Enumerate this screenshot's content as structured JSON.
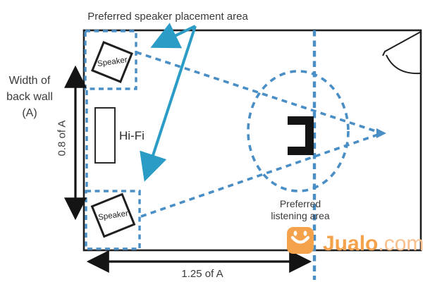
{
  "title": "Preferred speaker placement area",
  "left_label": {
    "line1": "Width of",
    "line2": "back wall",
    "line3": "(A)"
  },
  "dimensions": {
    "vertical": "0.8 of A",
    "horizontal": "1.25 of A"
  },
  "room": {
    "speaker_top_label": "Speaker",
    "speaker_bottom_label": "Speaker",
    "hifi_label": "Hi-Fi",
    "listening_label_line1": "Preferred",
    "listening_label_line2": "listening area"
  },
  "watermark": {
    "brand": "Jualo",
    "tld": ".com"
  },
  "icons": {
    "door": "door-swing-icon",
    "chair": "listening-chair-icon",
    "logo": "jualo-smile-bag-icon"
  },
  "colors": {
    "wall_black": "#1f1f1f",
    "text_dark": "#3a3a3a",
    "guide_blue_dashed": "#4a8ec6",
    "pointer_teal": "#2a9cc6",
    "brand_orange": "#f5a24d",
    "brand_orange_light": "#f8c08d"
  }
}
